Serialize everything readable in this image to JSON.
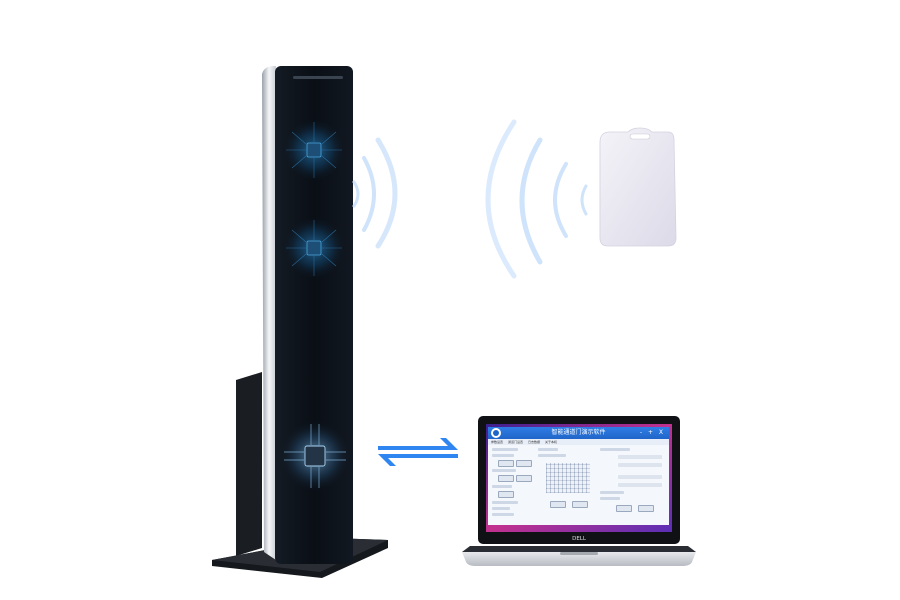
{
  "scene": {
    "description_free": true
  },
  "laptop": {
    "brand": "DELL",
    "app": {
      "title": "智能通道门演示软件",
      "window_controls": "- + X",
      "menu_items": [
        "参数设置",
        "通道门设置",
        "日志数据",
        "关于本机"
      ]
    }
  },
  "colors": {
    "background": "#ffffff",
    "signal_wave": "#cfe3fb",
    "arrow_blue": "#2f86f0",
    "panel_dark": "#0b1017",
    "chip_glow": "#1b6ea8",
    "tag_card": "#e9e7f2"
  },
  "icons": [
    "rfid-reader-panel",
    "signal-waves-icon",
    "rfid-tag-card",
    "bidirectional-arrows-icon",
    "laptop"
  ]
}
